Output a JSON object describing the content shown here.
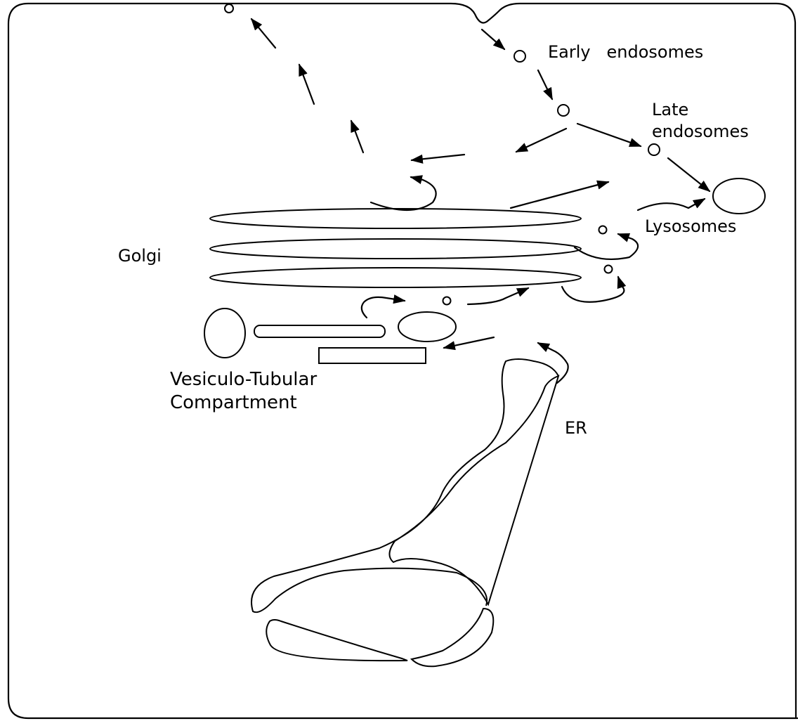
{
  "labels": {
    "early_endosomes": "Early   endosomes",
    "late_line1": "Late",
    "late_line2": "endosomes",
    "lysosomes": "Lysosomes",
    "golgi": "Golgi",
    "vtc_line1": "Vesiculo-Tubular",
    "vtc_line2": "Compartment",
    "er": "ER"
  },
  "colors": {
    "stroke": "#000000",
    "background": "#ffffff"
  },
  "arrow_icon": "arrowhead"
}
